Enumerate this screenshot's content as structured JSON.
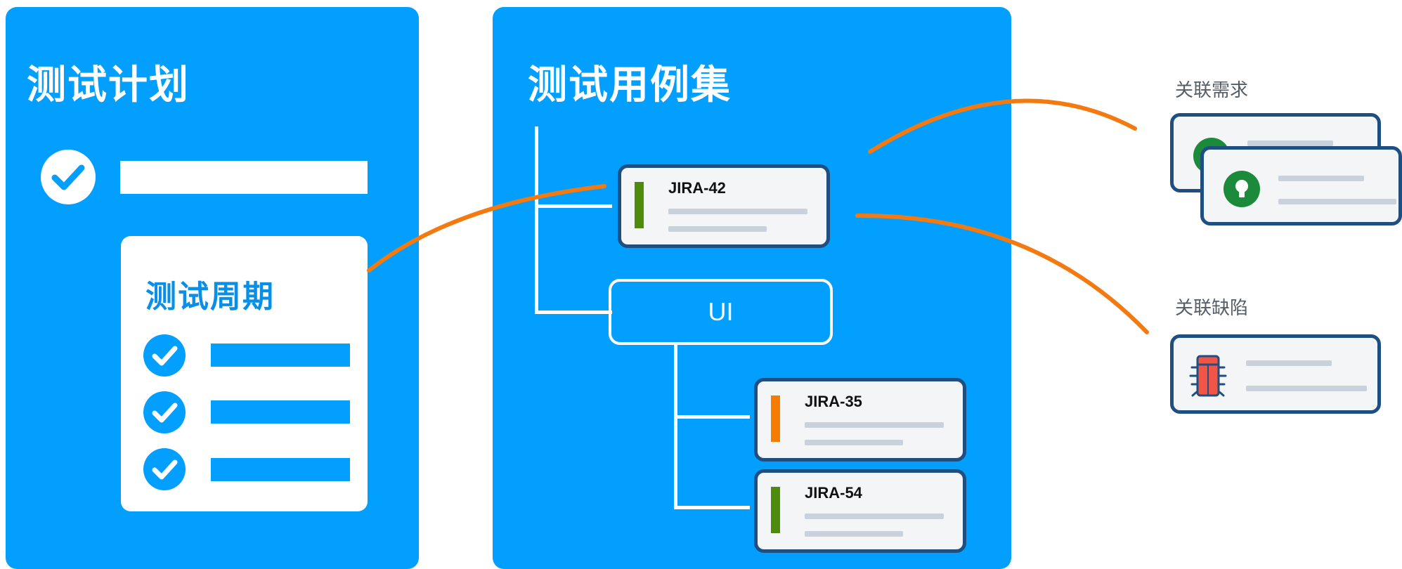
{
  "test_plan": {
    "title": "测试计划",
    "cycle": {
      "title": "测试周期"
    }
  },
  "test_suite": {
    "title": "测试用例集",
    "issues": [
      {
        "key": "JIRA-42",
        "stripe_color": "#4e8a0c"
      },
      {
        "key": "JIRA-35",
        "stripe_color": "#f57c00"
      },
      {
        "key": "JIRA-54",
        "stripe_color": "#4e8a0c"
      }
    ],
    "folder": {
      "label": "UI"
    }
  },
  "linked_requirements": {
    "label": "关联需求",
    "icon": "lightbulb-icon",
    "icon_color": "#1b8a3a"
  },
  "linked_defects": {
    "label": "关联缺陷",
    "icon": "bug-icon",
    "icon_color": "#f05545"
  },
  "colors": {
    "panel_blue": "#039ffe",
    "card_border": "#1f4e80",
    "connector_orange": "#f47a0f"
  }
}
